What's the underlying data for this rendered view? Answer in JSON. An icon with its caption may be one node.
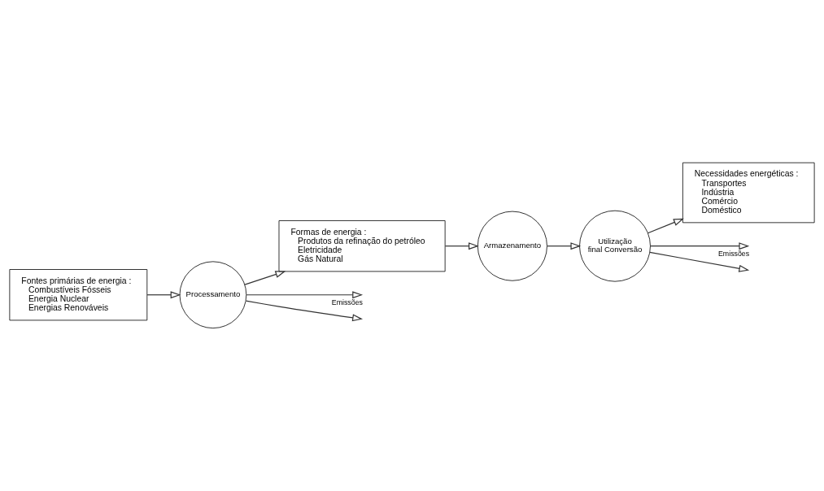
{
  "diagram": {
    "nodes": [
      {
        "text": [
          "Fontes primárias de energia :",
          "Combustíveis Fósseis",
          "Energia Nuclear",
          "Energias Renováveis"
        ]
      },
      {
        "text": [
          "Formas de energia :",
          "Produtos da refinação do petróleo",
          "Eletricidade",
          "Gás Natural"
        ]
      },
      {
        "text": [
          "Processamento"
        ]
      },
      {
        "text": [
          "Armazenamento"
        ]
      },
      {
        "text": [
          "Utilização final Conversão"
        ]
      },
      {
        "text": [
          "Necessidades energéticas :",
          "Transportes",
          "Indústria",
          "Comércio",
          "Doméstico"
        ]
      }
    ],
    "edges": [
      {
        "from": 0,
        "to": 2,
        "arrow": "to"
      },
      {
        "from": 2,
        "to": 1,
        "arrow": "to"
      },
      {
        "from": 1,
        "to": 3,
        "arrow": "to"
      },
      {
        "from": 3,
        "to": 4,
        "arrow": "to"
      },
      {
        "from": 4,
        "to": 5,
        "arrow": "to"
      },
      {
        "from": 2,
        "to": null,
        "arrow": "to",
        "label": "Emissões"
      },
      {
        "from": 2,
        "to": null,
        "arrow": "to"
      },
      {
        "from": 4,
        "to": null,
        "arrow": "to",
        "label": "Emissões"
      },
      {
        "from": 4,
        "to": null,
        "arrow": "to"
      }
    ]
  }
}
